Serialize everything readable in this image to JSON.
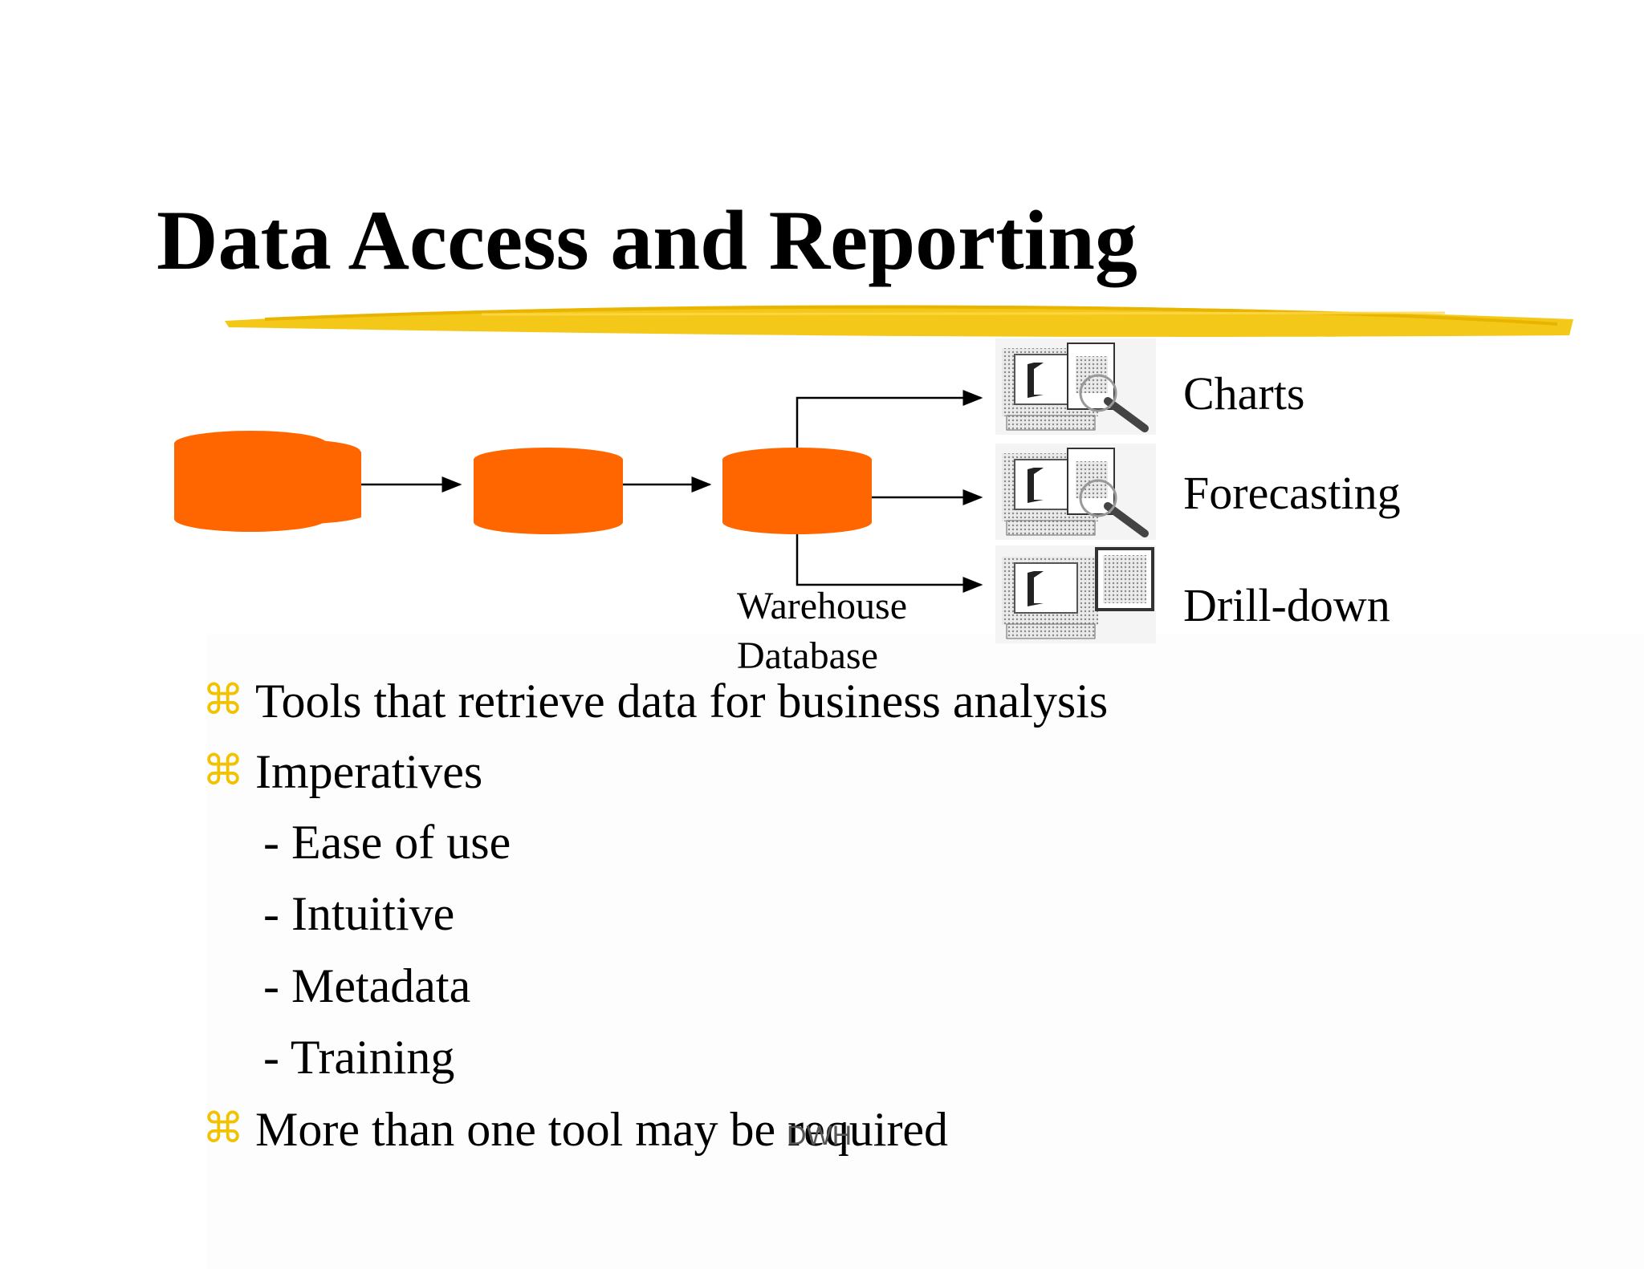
{
  "slide": {
    "title": "Data Access and Reporting",
    "footer": "DWH",
    "colors": {
      "database": "#ff6600",
      "underline": "#f2c200",
      "bullet": "#f2c200"
    }
  },
  "diagram": {
    "database_label": [
      "Warehouse",
      "Database"
    ],
    "outputs": [
      {
        "label": "Charts",
        "icon": "computer-chart-icon"
      },
      {
        "label": "Forecasting",
        "icon": "computer-chart-icon"
      },
      {
        "label": "Drill-down",
        "icon": "computer-drilldown-icon"
      }
    ]
  },
  "bullets": [
    {
      "glyph": "⌘",
      "text": "Tools  that retrieve data for business analysis"
    },
    {
      "glyph": "⌘",
      "text": "Imperatives"
    }
  ],
  "sub_items": [
    "- Ease of use",
    "- Intuitive",
    "- Metadata",
    "- Training"
  ],
  "last_bullet": {
    "glyph": "⌘",
    "text": "More than one tool may be required"
  }
}
